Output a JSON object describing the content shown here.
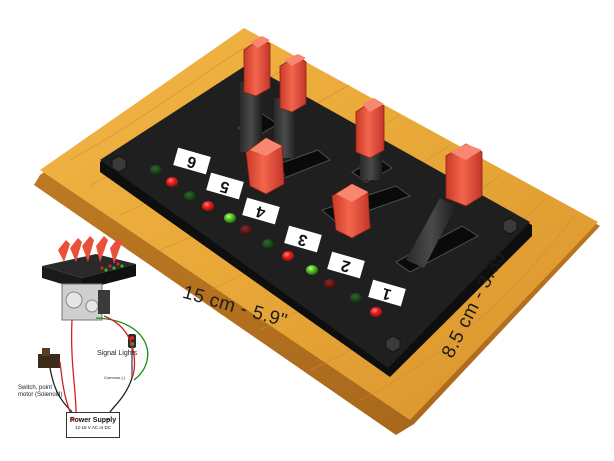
{
  "dimensions": {
    "width_label": "15 cm - 5.9\"",
    "depth_label": "8.5 cm - 3.35\""
  },
  "switch_labels": [
    "6",
    "5",
    "4",
    "3",
    "2",
    "1"
  ],
  "diagram": {
    "signal_caption": "Signal Lights",
    "switch_caption_line1": "Switch, point",
    "switch_caption_line2": "motor (Solenoid)",
    "common_caption": "Common (-)",
    "power_title": "Power Supply",
    "power_spec": "12-16 V  AC or DC",
    "plus": "+",
    "minus": "-"
  },
  "colors": {
    "wood": "#e8a838",
    "panel": "#1c1c1c",
    "lever": "#e8503a",
    "led_red": "#e01818",
    "led_green": "#1f8a2a"
  }
}
